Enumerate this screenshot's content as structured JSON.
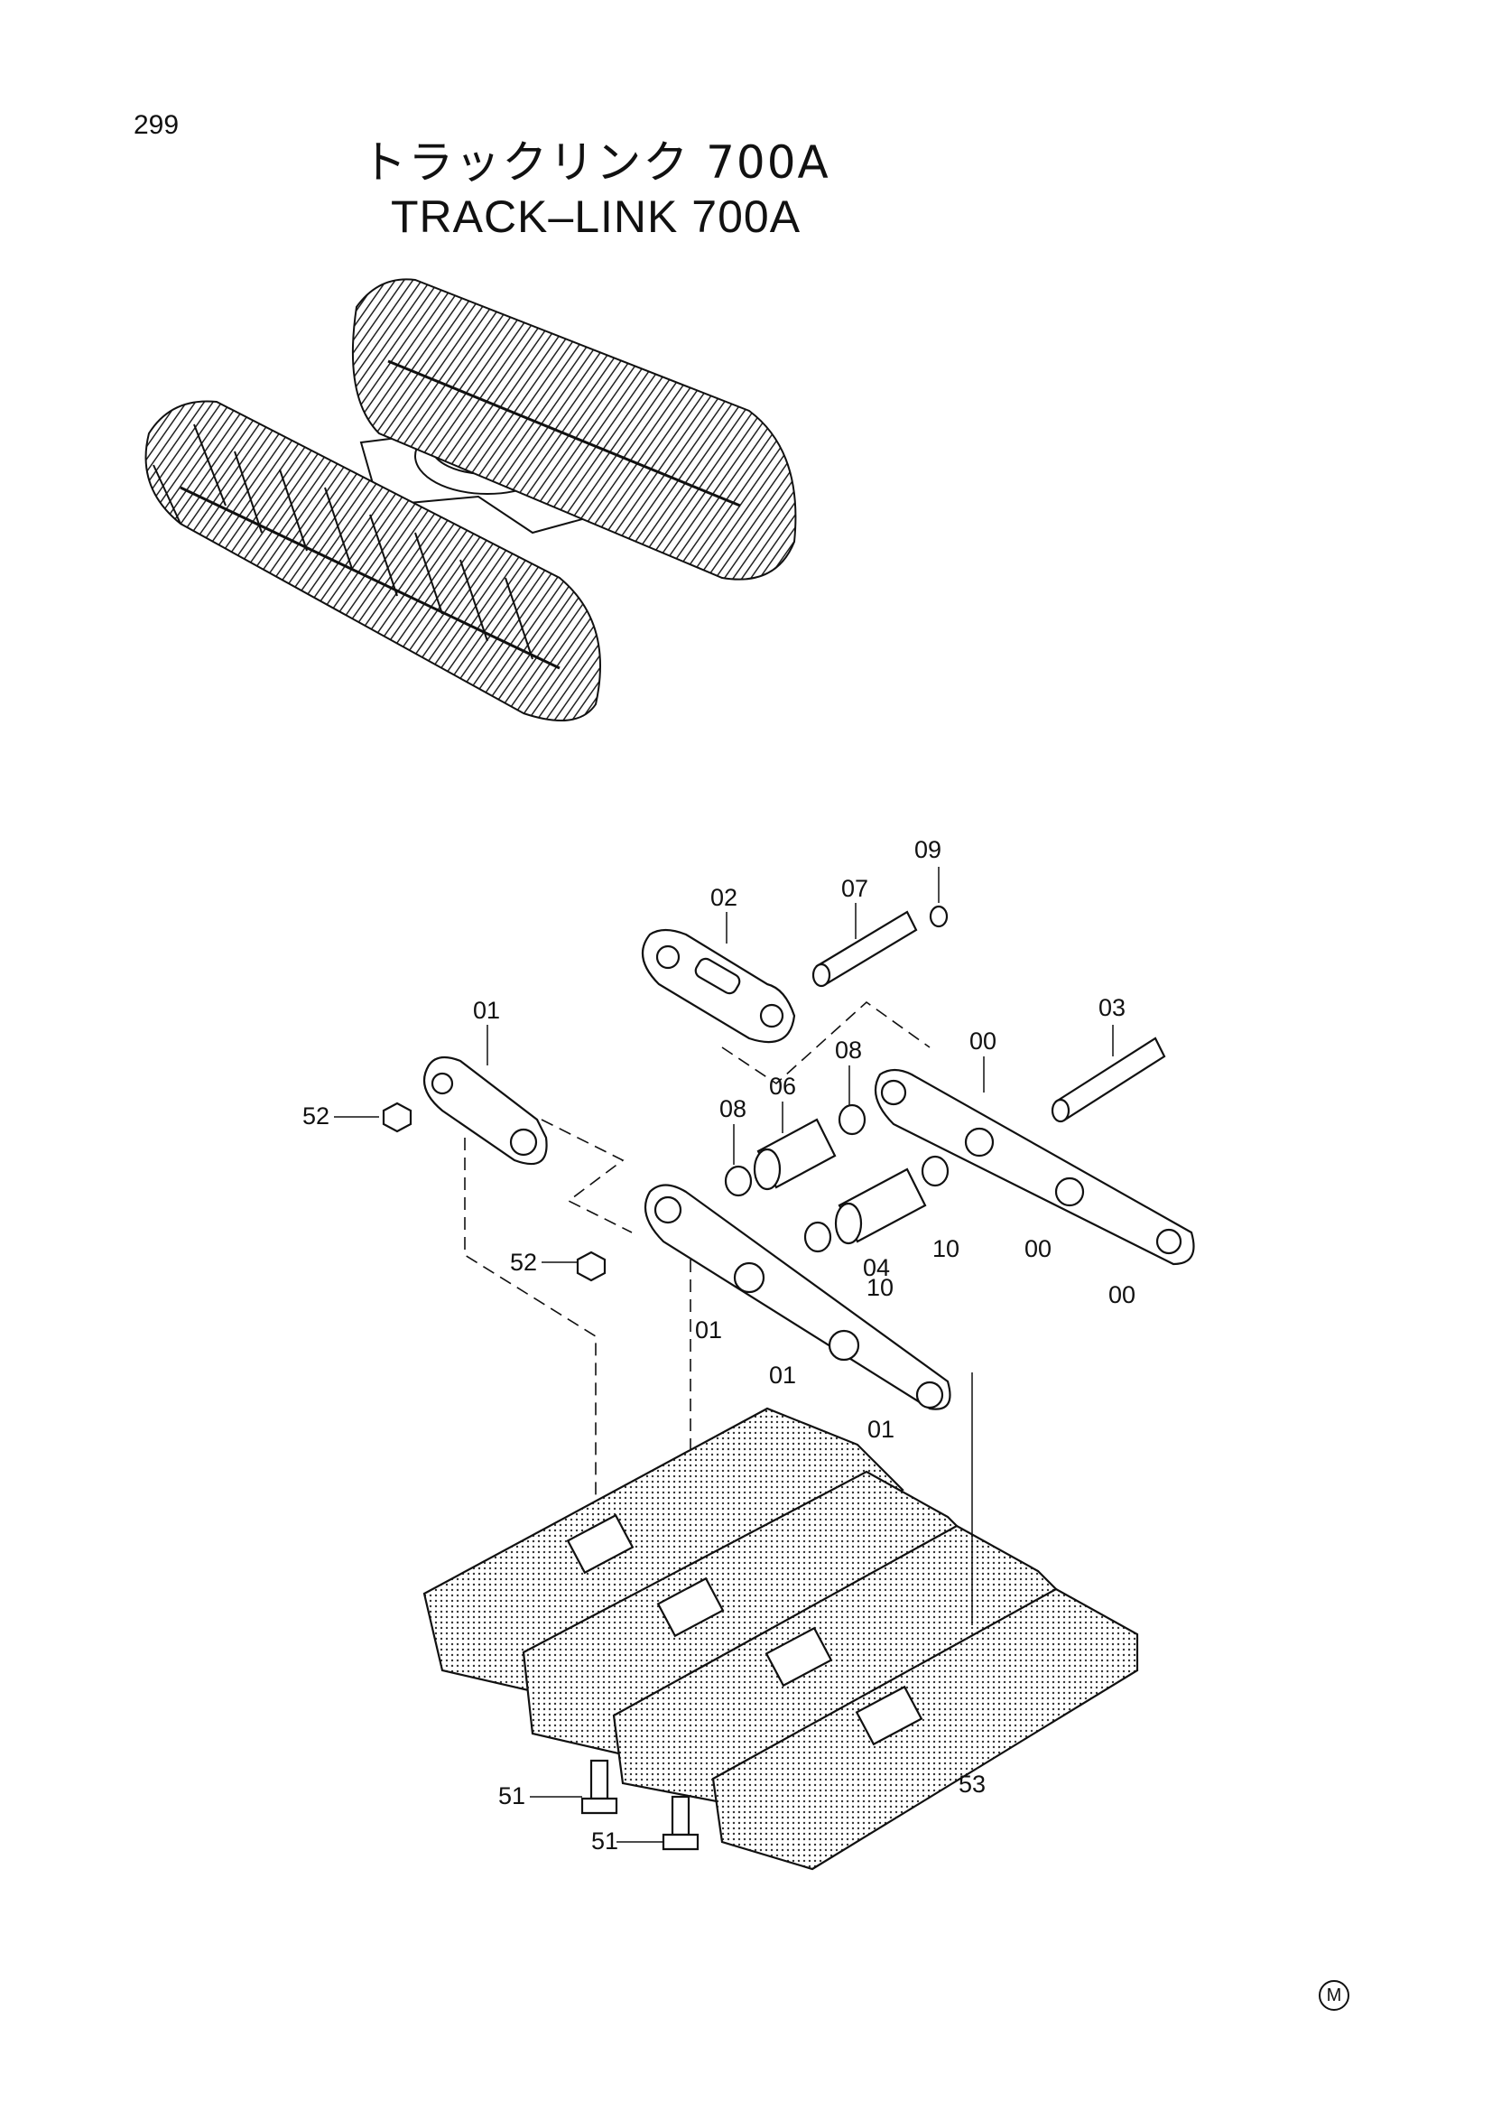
{
  "page": {
    "number": "299",
    "mark": "M"
  },
  "title": {
    "jp": "トラックリンク 700A",
    "en": "TRACK–LINK 700A"
  },
  "callouts": [
    {
      "id": "09-a",
      "label": "09"
    },
    {
      "id": "07-a",
      "label": "07"
    },
    {
      "id": "02-a",
      "label": "02"
    },
    {
      "id": "03-a",
      "label": "03"
    },
    {
      "id": "01-a",
      "label": "01"
    },
    {
      "id": "00-a",
      "label": "00"
    },
    {
      "id": "08-a",
      "label": "08"
    },
    {
      "id": "06-a",
      "label": "06"
    },
    {
      "id": "08-b",
      "label": "08"
    },
    {
      "id": "52-a",
      "label": "52"
    },
    {
      "id": "52-b",
      "label": "52"
    },
    {
      "id": "04-a",
      "label": "04"
    },
    {
      "id": "10-a",
      "label": "10"
    },
    {
      "id": "10-b",
      "label": "10"
    },
    {
      "id": "00-b",
      "label": "00"
    },
    {
      "id": "00-c",
      "label": "00"
    },
    {
      "id": "01-b",
      "label": "01"
    },
    {
      "id": "01-c",
      "label": "01"
    },
    {
      "id": "01-d",
      "label": "01"
    },
    {
      "id": "53-a",
      "label": "53"
    },
    {
      "id": "51-a",
      "label": "51"
    },
    {
      "id": "51-b",
      "label": "51"
    }
  ]
}
